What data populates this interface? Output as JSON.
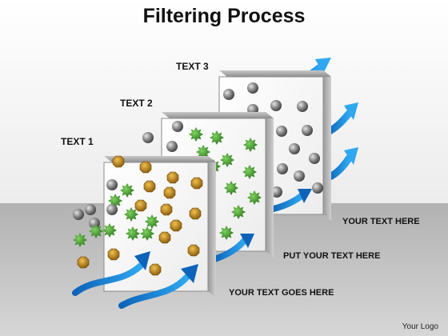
{
  "title": "Filtering Process",
  "labels": {
    "text1": "TEXT 1",
    "text2": "TEXT 2",
    "text3": "TEXT 3",
    "right1": "YOUR TEXT HERE",
    "right2": "PUT YOUR TEXT HERE",
    "right3": "YOUR TEXT GOES HERE"
  },
  "logo": "Your Logo",
  "colors": {
    "arrow": "#1f8fe0",
    "brown_particle": "#c98a12",
    "green_particle": "#3e9a2a",
    "gray_particle": "#7a7a7a",
    "panel_face": "#f7f7f7",
    "panel_edge": "#8c8c8c",
    "floor": "#b9b9b9"
  },
  "icons": {
    "particle_brown": "octagon",
    "particle_green": "star-burst",
    "particle_gray": "sphere",
    "flow": "curved-arrow"
  }
}
